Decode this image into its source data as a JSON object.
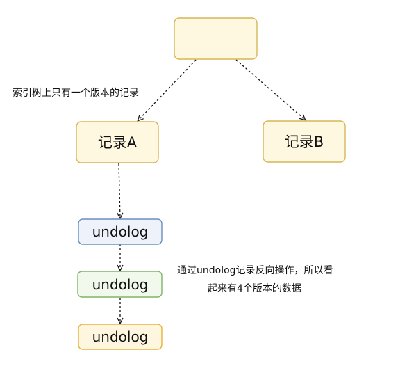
{
  "nodes": {
    "root": {
      "label": ""
    },
    "record_a": {
      "label": "记录A"
    },
    "record_b": {
      "label": "记录B"
    },
    "undolog_1": {
      "label": "undolog"
    },
    "undolog_2": {
      "label": "undolog"
    },
    "undolog_3": {
      "label": "undolog"
    }
  },
  "annotations": {
    "index_note": "索引树上只有一个版本的记录",
    "undolog_note_line1": "通过undolog记录反向操作，所以看",
    "undolog_note_line2": "起来有4个版本的数据"
  },
  "colors": {
    "yellow_fill": "#fff8e1",
    "yellow_stroke": "#d6b656",
    "blue_fill": "#eef3fb",
    "blue_stroke": "#6c8ebf",
    "green_fill": "#f1f8ec",
    "green_stroke": "#82b366",
    "orange_fill": "#fff6e0",
    "orange_stroke": "#e6b33c",
    "arrow": "#111111"
  }
}
